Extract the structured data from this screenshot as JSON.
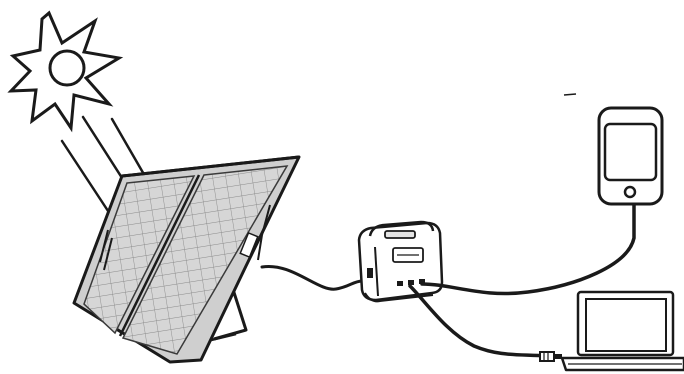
{
  "diagram": {
    "components": [
      {
        "id": "sun",
        "icon": "sun-icon"
      },
      {
        "id": "solar-panel",
        "icon": "solar-panel-icon"
      },
      {
        "id": "power-station",
        "icon": "power-station-icon"
      },
      {
        "id": "smartphone",
        "icon": "smartphone-icon"
      },
      {
        "id": "laptop",
        "icon": "laptop-icon"
      }
    ],
    "connections": [
      {
        "from": "sun",
        "to": "solar-panel",
        "kind": "sunlight-rays"
      },
      {
        "from": "solar-panel",
        "to": "power-station",
        "kind": "cable"
      },
      {
        "from": "power-station",
        "to": "smartphone",
        "kind": "cable"
      },
      {
        "from": "power-station",
        "to": "laptop",
        "kind": "cable"
      }
    ],
    "colors": {
      "line": "#1a1a1a",
      "panel_fill": "#d4d4d4",
      "cell_line": "#8a8a8a",
      "background": "#ffffff"
    }
  }
}
